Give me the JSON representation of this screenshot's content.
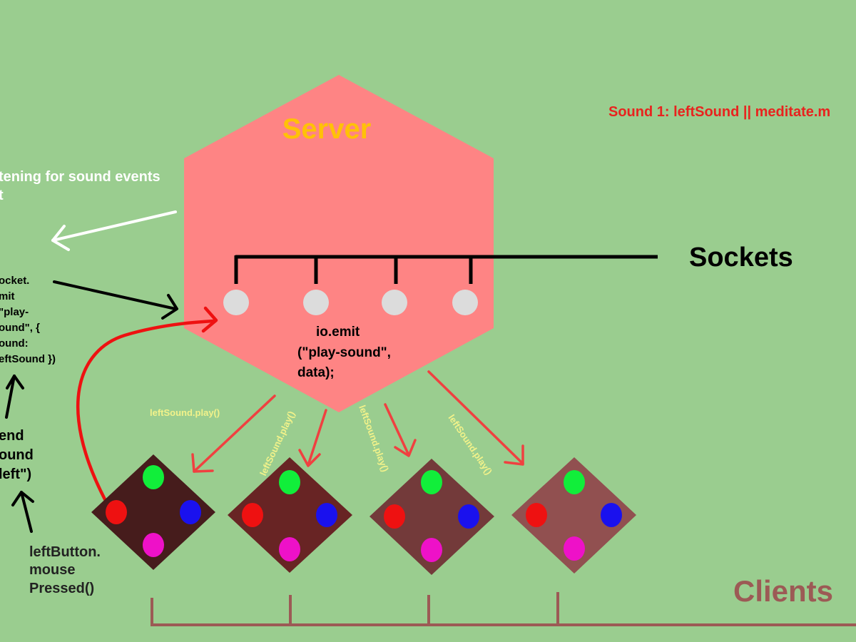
{
  "server": {
    "title": "Server",
    "emit_code": [
      "io.emit",
      "(\"play-sound\",",
      "data);"
    ]
  },
  "sound_label": "Sound 1: leftSound || meditate.m",
  "listening_label": [
    "tening for sound events",
    "t"
  ],
  "sockets_label": "Sockets",
  "socket_emit_code": [
    "ocket.",
    "mit",
    "\"play-",
    "ound\", {",
    "ound:",
    "eftSound })"
  ],
  "send_sound_code": [
    "end",
    "ound",
    "left\")"
  ],
  "button_code": [
    "leftButton.",
    "mouse",
    "Pressed()"
  ],
  "play_labels": [
    "leftSound.play()",
    "leftSound.play()",
    "leftSound.play()",
    "leftSound.play()"
  ],
  "clients_label": "Clients",
  "colors": {
    "background": "#9acd8f",
    "server": "#fe8484",
    "server_title": "#ffc107",
    "sound_label": "#e8231e",
    "arrow_red": "#f04040",
    "play_label": "#f2f28a",
    "clients_label": "#9c5a55",
    "client_fills": [
      "#461c1c",
      "#682424",
      "#733a3a",
      "#915050"
    ],
    "dot_top": "#11ee3a",
    "dot_left": "#ee1111",
    "dot_right": "#1a11ee",
    "dot_bottom": "#ee11c8"
  }
}
